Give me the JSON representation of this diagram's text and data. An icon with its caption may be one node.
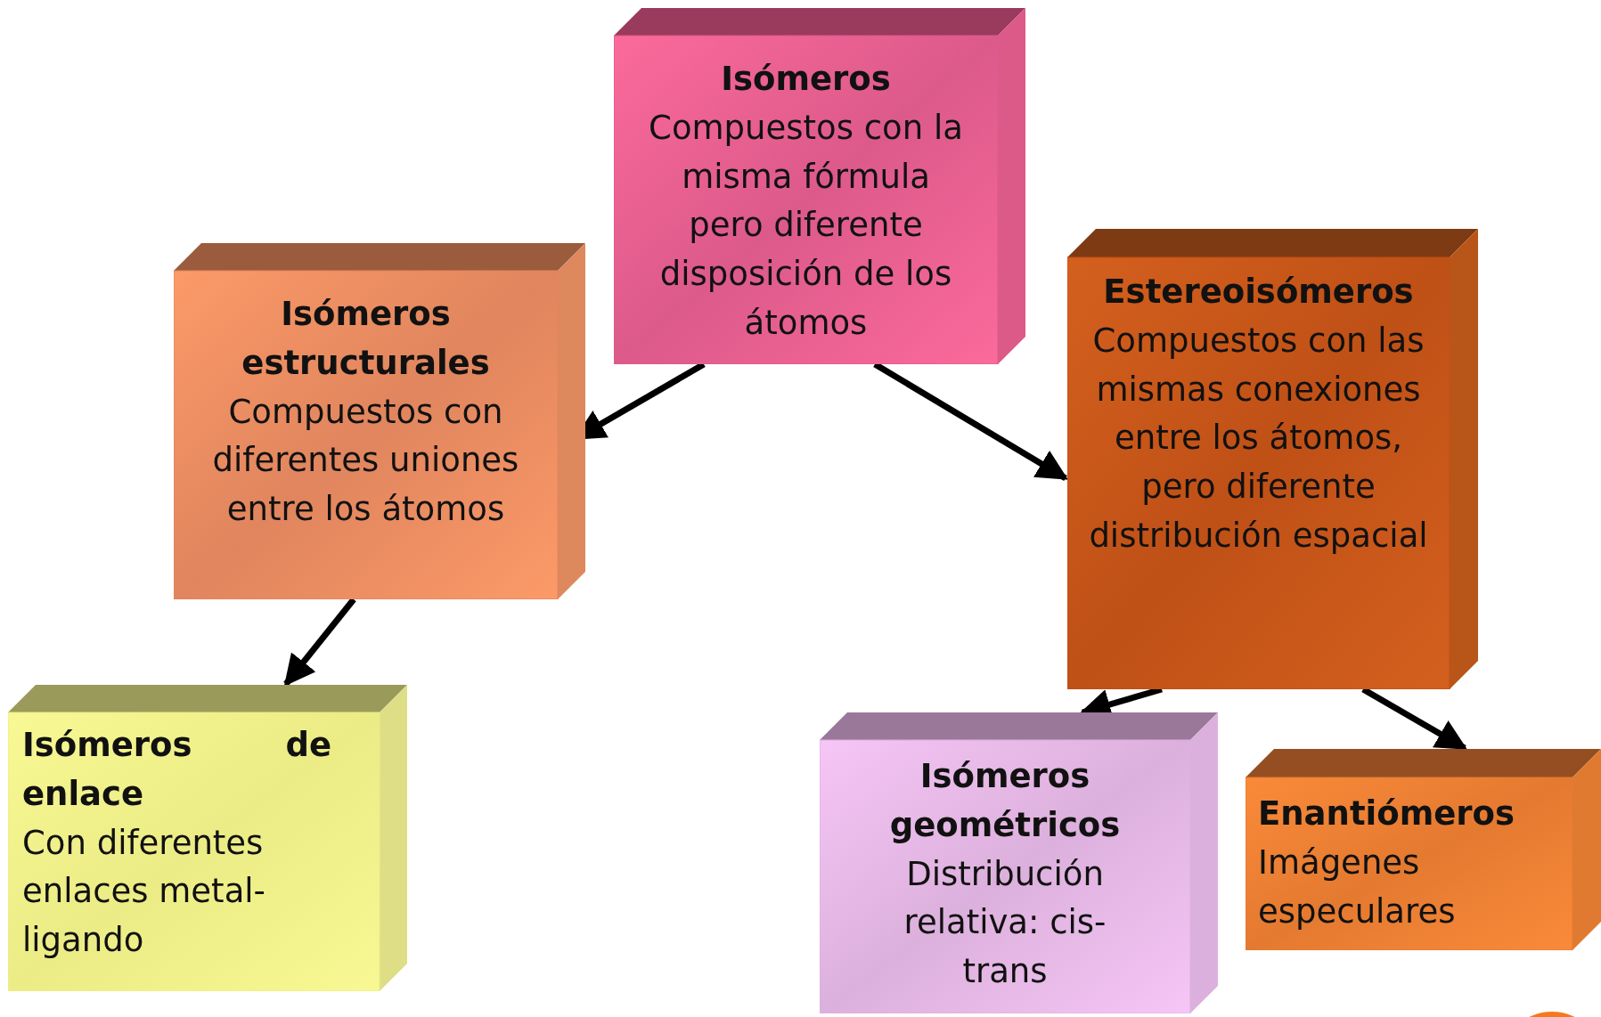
{
  "diagram": {
    "nodes": [
      {
        "text": [
          "Isómeros",
          "Compuestos con la misma fórmula pero diferente disposición de los átomos"
        ]
      },
      {
        "text": [
          "Isómeros estructurales",
          "Compuestos con diferentes uniones entre los átomos"
        ]
      },
      {
        "text": [
          "Estereoisómeros",
          "Compuestos con las mismas conexiones entre los átomos, pero diferente distribución espacial"
        ]
      },
      {
        "text": [
          "Isómeros de enlace",
          "Con diferentes enlaces metal-ligando"
        ]
      },
      {
        "text": [
          "Isómeros geométricos",
          "Distribución relativa: cis-trans"
        ]
      },
      {
        "text": [
          "Enantiómeros",
          "Imágenes especulares"
        ]
      }
    ],
    "edges": [
      {
        "from": 0,
        "to": 1,
        "arrow": "to"
      },
      {
        "from": 0,
        "to": 2,
        "arrow": "to"
      },
      {
        "from": 1,
        "to": 3,
        "arrow": "to"
      },
      {
        "from": 2,
        "to": 4,
        "arrow": "to"
      },
      {
        "from": 2,
        "to": 5,
        "arrow": "to"
      }
    ]
  }
}
